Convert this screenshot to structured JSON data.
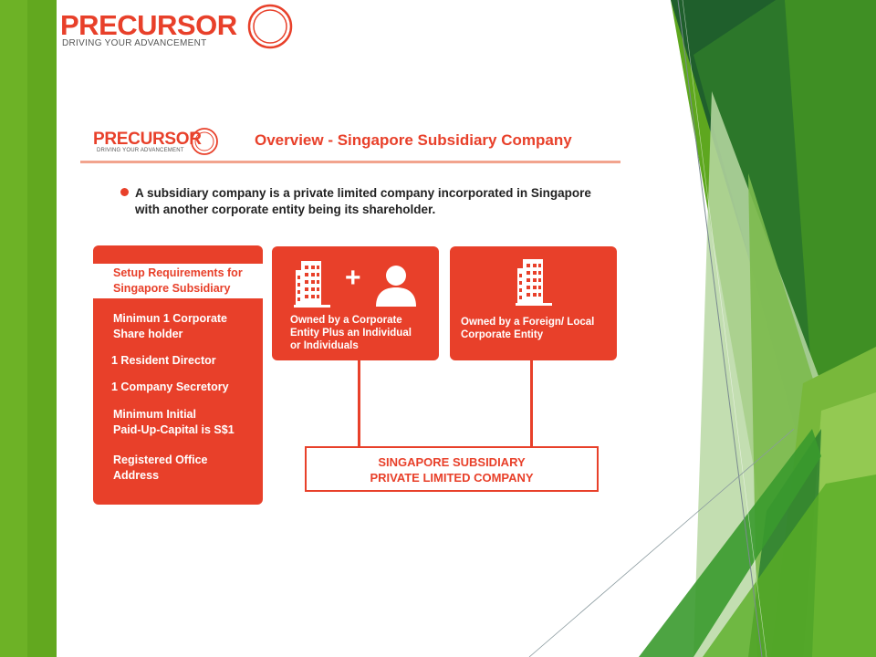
{
  "colors": {
    "brand": "#e8402a",
    "green_light": "#8dc63f",
    "green_dark": "#1f5a2a"
  },
  "logo": {
    "word": "PRECURSOR",
    "tagline": "DRIVING YOUR ADVANCEMENT"
  },
  "slide": {
    "logo_word": "PRECURSOR",
    "logo_tagline": "DRIVING YOUR ADVANCEMENT",
    "title": "Overview - Singapore Subsidiary Company",
    "bullet_line1": "A subsidiary company is a private limited company incorporated in Singapore",
    "bullet_line2": "with another corporate entity being its shareholder.",
    "requirements": {
      "header_line1": "Setup Requirements for",
      "header_line2": "Singapore Subsidiary",
      "items": [
        {
          "line1": "Minimun 1 Corporate",
          "line2": "Share holder"
        },
        {
          "line1": "1 Resident Director",
          "line2": ""
        },
        {
          "line1": "1 Company Secretory",
          "line2": ""
        },
        {
          "line1": "Minimum Initial",
          "line2": "Paid-Up-Capital is  S$1"
        },
        {
          "line1": "Registered Office",
          "line2": "Address"
        }
      ]
    },
    "ownership": [
      {
        "line1": "Owned by a Corporate",
        "line2": "Entity Plus an Individual",
        "line3": "or Individuals",
        "icon": "building-plus-person-icon"
      },
      {
        "line1": "Owned by a Foreign/ Local",
        "line2": "Corporate Entity",
        "icon": "building-icon"
      }
    ],
    "plus_sign": "+",
    "result_line1": "SINGAPORE SUBSIDIARY",
    "result_line2": "PRIVATE LIMITED COMPANY"
  }
}
